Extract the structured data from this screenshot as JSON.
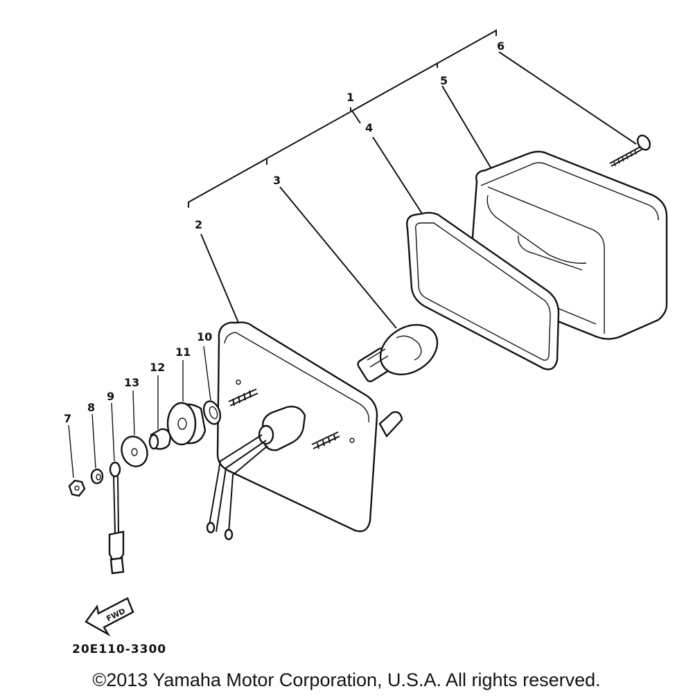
{
  "callouts": {
    "c1": "1",
    "c2": "2",
    "c3": "3",
    "c4": "4",
    "c5": "5",
    "c6": "6",
    "c7": "7",
    "c8": "8",
    "c9": "9",
    "c10": "10",
    "c11": "11",
    "c12": "12",
    "c13": "13"
  },
  "fwd_label": "FWD",
  "diagram_code": "20E110-3300",
  "copyright": "©2013 Yamaha Motor Corporation, U.S.A. All rights reserved."
}
